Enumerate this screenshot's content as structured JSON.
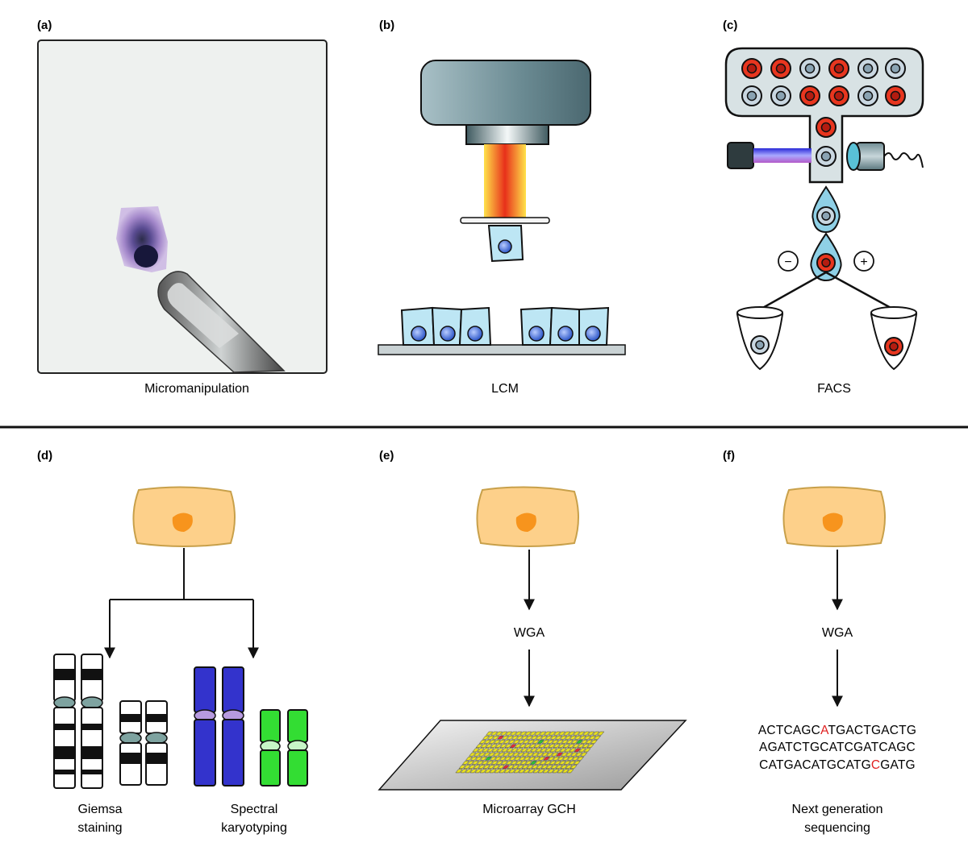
{
  "panels": {
    "a": {
      "label": "(a)",
      "caption": "Micromanipulation"
    },
    "b": {
      "label": "(b)",
      "caption": "LCM"
    },
    "c": {
      "label": "(c)",
      "caption": "FACS",
      "minus_sign": "−",
      "plus_sign": "+"
    },
    "d": {
      "label": "(d)",
      "caption_left_1": "Giemsa",
      "caption_left_2": "staining",
      "caption_right_1": "Spectral",
      "caption_right_2": "karyotyping"
    },
    "e": {
      "label": "(e)",
      "wga": "WGA",
      "caption": "Microarray GCH"
    },
    "f": {
      "label": "(f)",
      "wga": "WGA",
      "caption_1": "Next generation",
      "caption_2": "sequencing",
      "seq_lines": [
        {
          "pre": "ACTCAGC",
          "hl": "A",
          "post": "TGACTGACTG"
        },
        {
          "pre": "AGATCTGCATCGATCAGC",
          "hl": "",
          "post": ""
        },
        {
          "pre": "CATGACATGCATG",
          "hl": "C",
          "post": "GATG"
        }
      ]
    }
  },
  "colors": {
    "cell_fill": "#fdd08a",
    "nucleus": "#f7941d",
    "cell_blue": "#bde6f4",
    "cell_nucleus_blue": "#3a68d6",
    "red_cell": "#e8361f",
    "gray_cell": "#c9d7e1",
    "karyo_blue": "#3333cc",
    "karyo_green": "#33dd33",
    "laser_red": "#e8301a",
    "highlight": "#e02020",
    "centromere_giemsa": "#7ea3a0",
    "centromere_spectral": "#b79adf"
  }
}
